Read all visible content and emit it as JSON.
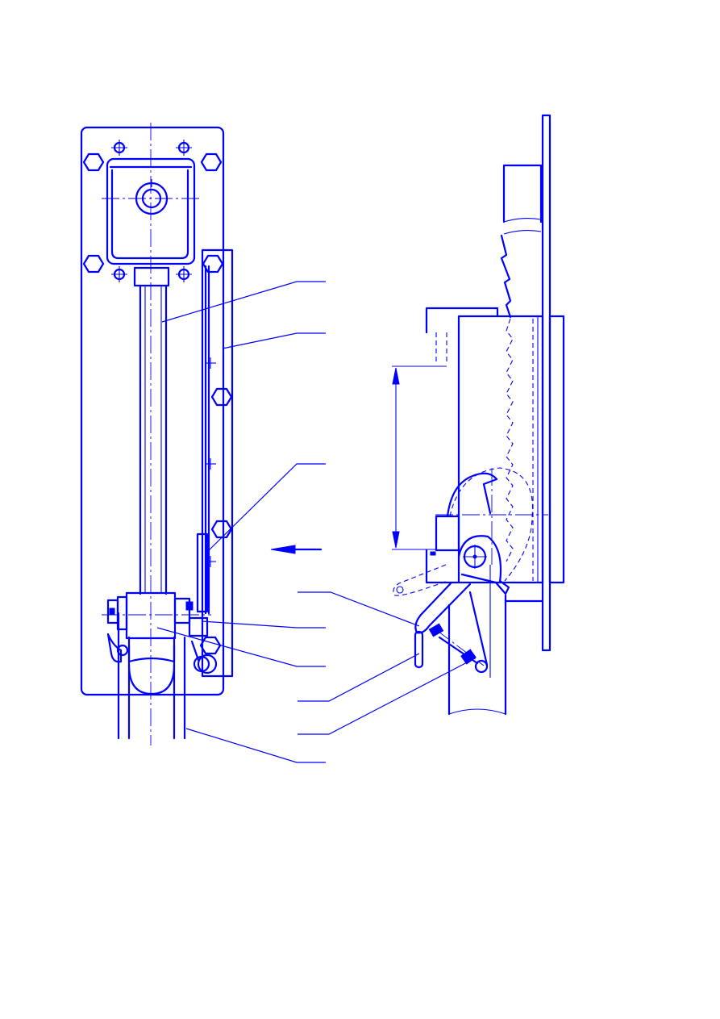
{
  "drawing": {
    "line_color": "#0000ff",
    "background": "#ffffff",
    "callouts": [
      {
        "id": "c1",
        "label": ""
      },
      {
        "id": "c2",
        "label": ""
      },
      {
        "id": "c3",
        "label": ""
      },
      {
        "id": "c4",
        "label": ""
      },
      {
        "id": "c5",
        "label": ""
      },
      {
        "id": "c6",
        "label": ""
      },
      {
        "id": "c7",
        "label": ""
      },
      {
        "id": "c8",
        "label": ""
      },
      {
        "id": "c9",
        "label": ""
      }
    ],
    "direction_arrow": "left"
  }
}
